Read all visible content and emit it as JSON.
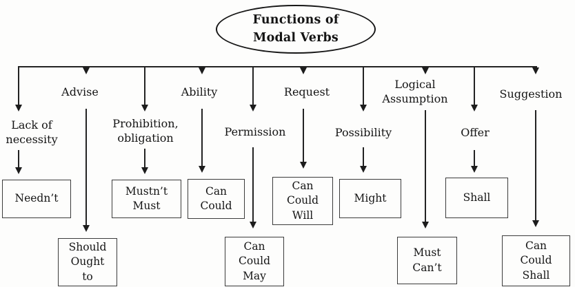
{
  "title": "Functions of\nModal Verbs",
  "ink_color": "#1c1c1c",
  "branches": [
    {
      "function": "Lack of\nnecessity",
      "verbs": "Needn’t"
    },
    {
      "function": "Advise",
      "verbs": "Should\nOught\nto"
    },
    {
      "function": "Prohibition,\nobligation",
      "verbs": "Mustn’t\nMust"
    },
    {
      "function": "Ability",
      "verbs": "Can\nCould"
    },
    {
      "function": "Permission",
      "verbs": "Can\nCould\nMay"
    },
    {
      "function": "Request",
      "verbs": "Can\nCould\nWill"
    },
    {
      "function": "Possibility",
      "verbs": "Might"
    },
    {
      "function": "Logical\nAssumption",
      "verbs": "Must\nCan’t"
    },
    {
      "function": "Offer",
      "verbs": "Shall"
    },
    {
      "function": "Suggestion",
      "verbs": "Can\nCould\nShall"
    }
  ]
}
